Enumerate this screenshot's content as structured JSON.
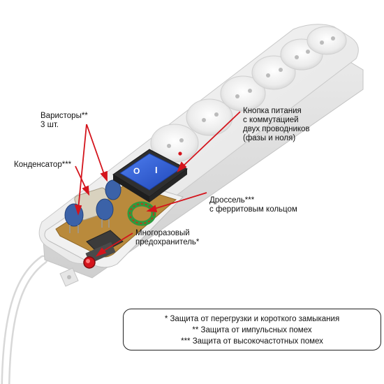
{
  "labels": {
    "varistors": "Варисторы**\n3 шт.",
    "capacitor": "Конденсатор***",
    "power_button": "Кнопка питания\nс коммутацией\nдвух проводников\n(фазы и ноля)",
    "choke": "Дроссель***\nс ферритовым кольцом",
    "fuse": "Многоразовый\nпредохранитель*"
  },
  "legend": {
    "line1": "* Защита от перегрузки и короткого замыкания",
    "line2": "** Защита от импульсных помех",
    "line3": "*** Защита от высокочастотных помех"
  },
  "colors": {
    "callout": "#d4141c",
    "switch": "#2d5fd6",
    "body": "#efefef",
    "pcb": "#b98a3c",
    "capacitor": "#3b62a8",
    "ferrite": "#2e9a3e"
  },
  "switch_symbols": {
    "on": "I",
    "off": "O"
  }
}
